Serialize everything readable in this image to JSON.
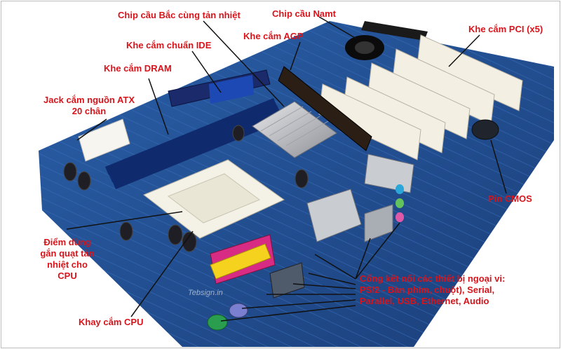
{
  "labels": {
    "northbridge": "Chip cầu Bắc cùng tản nhiệt",
    "southbridge": "Chip cầu Namt",
    "ide": "Khe cắm chuẩn IDE",
    "agp": "Khe cắm AGP",
    "pci": "Khe cắm PCI (x5)",
    "dram": "Khe cắm DRAM",
    "atx_line1": "Jack cắm nguồn ATX",
    "atx_line2": "20 chân",
    "cmos": "Pin CMOS",
    "fan_line1": "Điểm dùng",
    "fan_line2": "gắn quạt tản",
    "fan_line3": "nhiệt cho",
    "fan_line4": "CPU",
    "io_line1": "Cổng kết nối các thiết bị ngoại vi:",
    "io_line2": "PS/2 - Bàn phím, chuột), Serial,",
    "io_line3": "Parallel, USB, Ethernet, Audio",
    "cpu": "Khay cắm CPU"
  },
  "watermark": "Tebsign.in",
  "colors": {
    "label_red": "#d8141b",
    "pcb_blue": "#1f4f95",
    "slot_white": "#f3efe3",
    "pointer_black": "#111111"
  }
}
